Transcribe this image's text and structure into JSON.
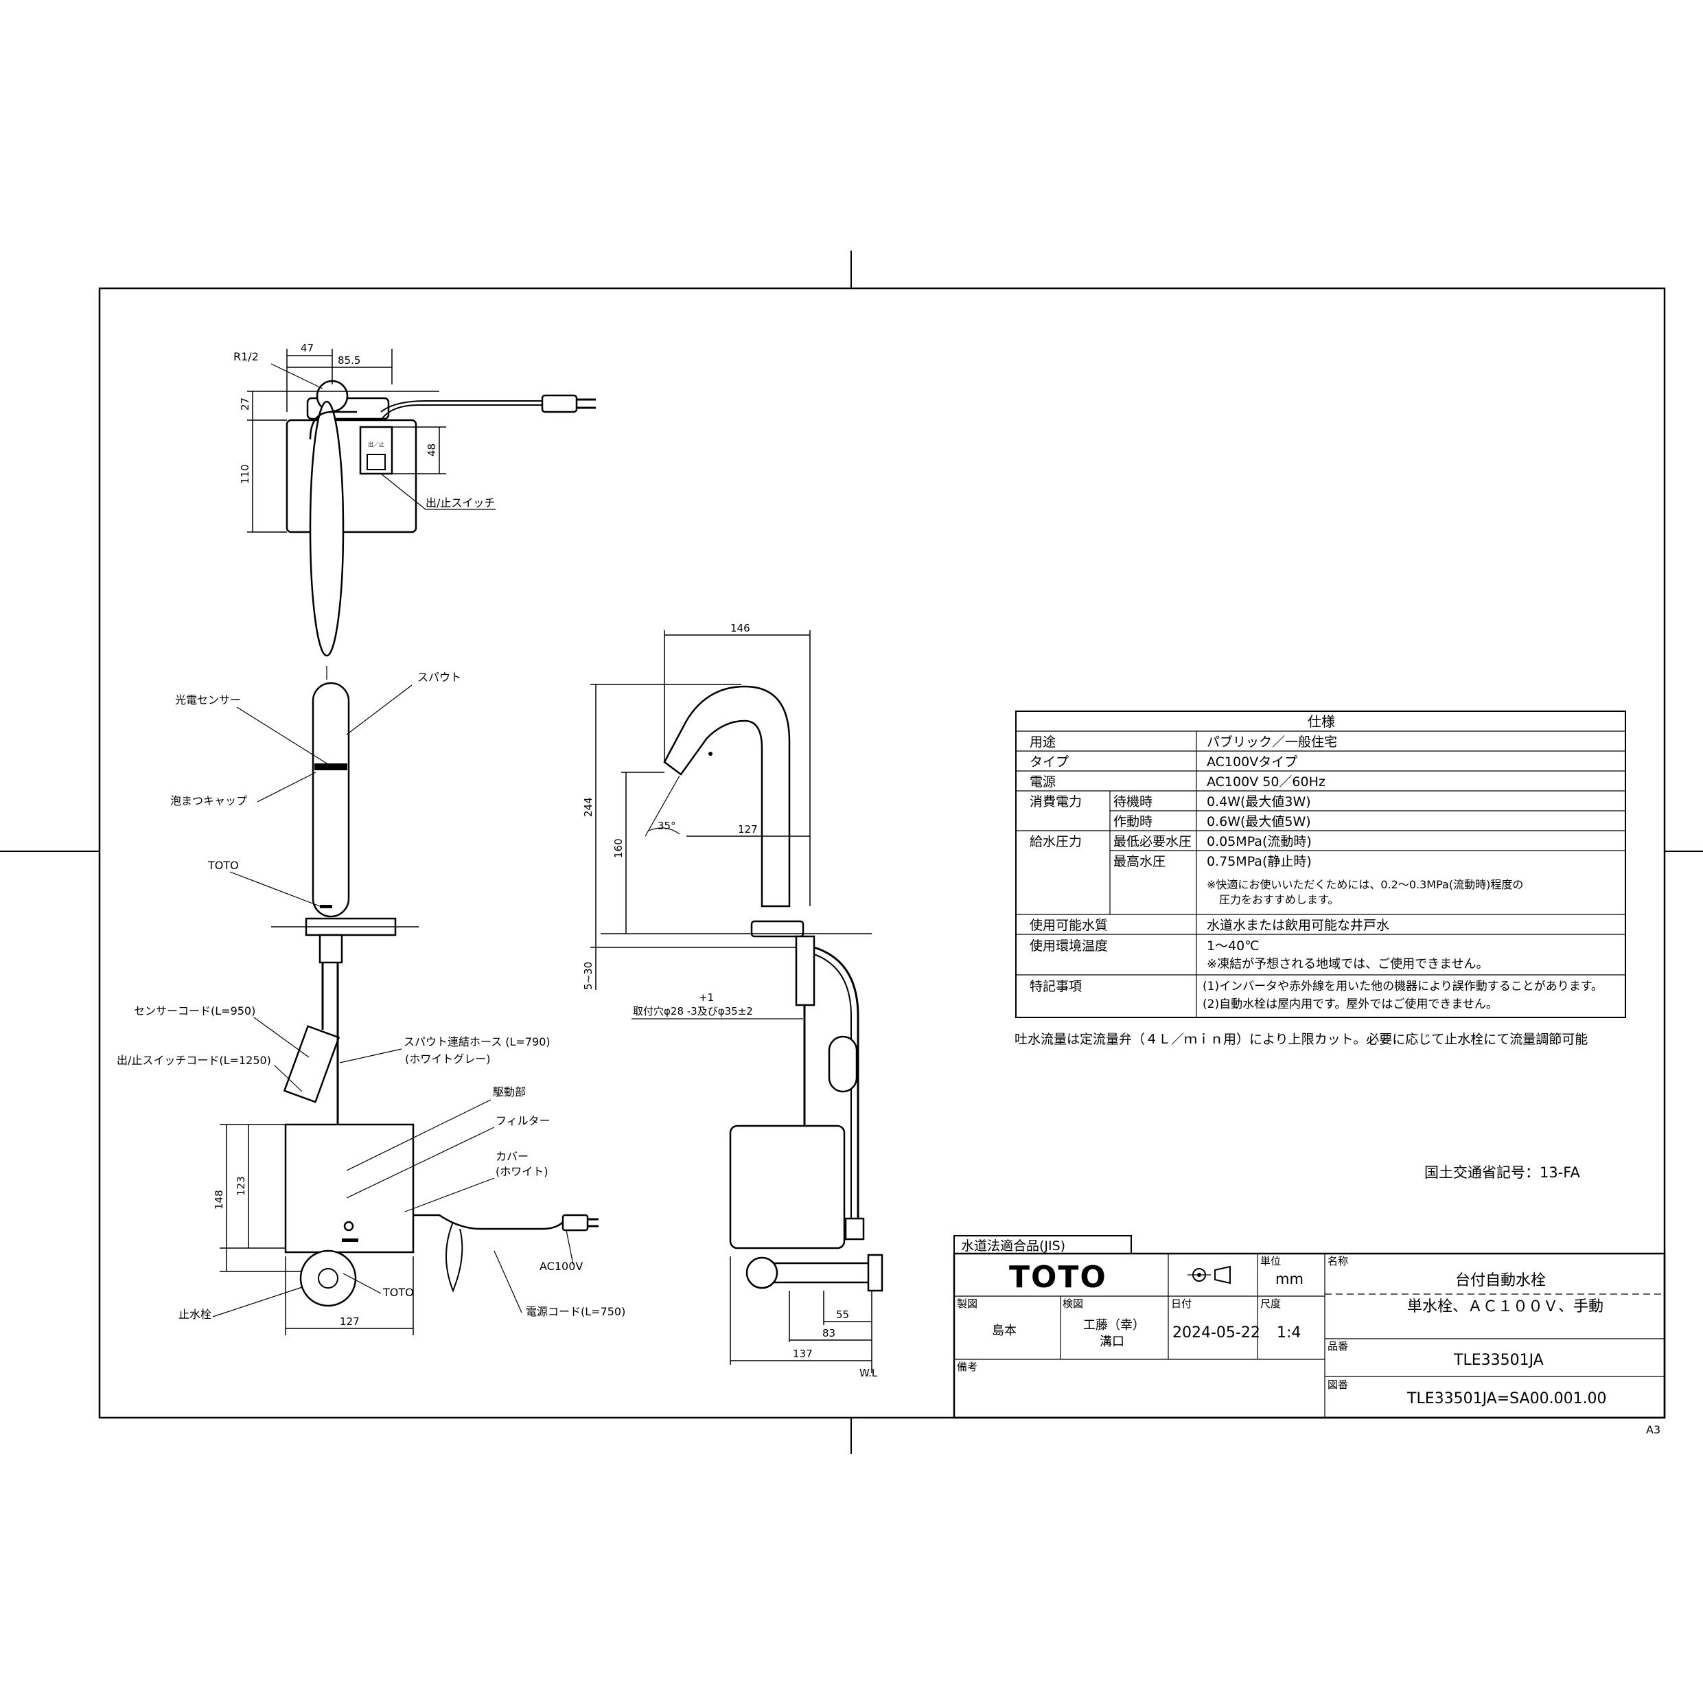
{
  "top_view": {
    "labels": {
      "r12": "R1/2",
      "switch": "出/止スイッチ",
      "switch_mini": "出／止"
    },
    "dims": {
      "d47": "47",
      "d85_5": "85.5",
      "d27": "27",
      "d48": "48",
      "d110": "110"
    }
  },
  "front_view": {
    "labels": {
      "sensor": "光電センサー",
      "spout": "スパウト",
      "aerator": "泡まつキャップ",
      "toto": "TOTO",
      "sensor_cord": "センサーコード(L=950)",
      "switch_cord": "出/止スイッチコード(L=1250)",
      "hose": "スパウト連結ホース (L=790)",
      "hose_color": "(ホワイトグレー)",
      "drive": "駆動部",
      "filter": "フィルター",
      "cover": "カバー",
      "cover_color": "(ホワイト)",
      "ac": "AC100V",
      "power_cord": "電源コード(L=750)",
      "stop_valve": "止水栓",
      "toto2": "TOTO"
    },
    "dims": {
      "d148": "148",
      "d123": "123",
      "d127": "127"
    }
  },
  "side_view": {
    "dims": {
      "d146": "146",
      "d244": "244",
      "d160": "160",
      "d127": "127",
      "angle": "35°",
      "d5_30": "5~30",
      "tol": "+1",
      "hole": "取付穴φ28 -3及びφ35±2",
      "d55": "55",
      "d83": "83",
      "d137": "137",
      "wl": "W.L"
    }
  },
  "spec": {
    "header": "仕様",
    "rows": [
      {
        "label": "用途",
        "value": "パブリック／一般住宅"
      },
      {
        "label": "タイプ",
        "value": "AC100Vタイプ"
      },
      {
        "label": "電源",
        "value": "AC100V 50／60Hz"
      }
    ],
    "power": {
      "label": "消費電力",
      "standby_label": "待機時",
      "standby": "0.4W(最大値3W)",
      "active_label": "作動時",
      "active": "0.6W(最大値5W)"
    },
    "pressure": {
      "label": "給水圧力",
      "min_label": "最低必要水圧",
      "min": "0.05MPa(流動時)",
      "max_label": "最高水圧",
      "max": "0.75MPa(静止時)",
      "note1": "※快適にお使いいただくためには、0.2～0.3MPa(流動時)程度の",
      "note2": "圧力をおすすめします。"
    },
    "water": {
      "label": "使用可能水質",
      "value": "水道水または飲用可能な井戸水"
    },
    "temp": {
      "label": "使用環境温度",
      "value": "1～40℃",
      "note": "※凍結が予想される地域では、ご使用できません。"
    },
    "notes": {
      "label": "特記事項",
      "n1": "(1)インバータや赤外線を用いた他の機器により誤作動することがあります。",
      "n2": "(2)自動水栓は屋内用です。屋外ではご使用できません。"
    }
  },
  "flow_note": "吐水流量は定流量弁（４Ｌ／ｍｉｎ用）により上限カット。必要に応じて止水栓にて流量調節可能",
  "mlit_code": "国土交通省記号：13-FA",
  "title_block": {
    "jis": "水道法適合品(JIS)",
    "brand": "TOTO",
    "unit_label": "単位",
    "unit": "mm",
    "name_label": "名称",
    "name1": "台付自動水栓",
    "name2": "単水栓、ＡＣ１００Ｖ、手動",
    "drawn_label": "製図",
    "drawn": "島本",
    "checked_label": "検図",
    "checked1": "工藤（幸）",
    "checked2": "溝口",
    "date_label": "日付",
    "date": "2024-05-22",
    "scale_label": "尺度",
    "scale": "1:4",
    "part_label": "品番",
    "part": "TLE33501JA",
    "remarks_label": "備考",
    "dwg_label": "図番",
    "dwg": "TLE33501JA=SA00.001.00"
  },
  "sheet_size": "A3"
}
